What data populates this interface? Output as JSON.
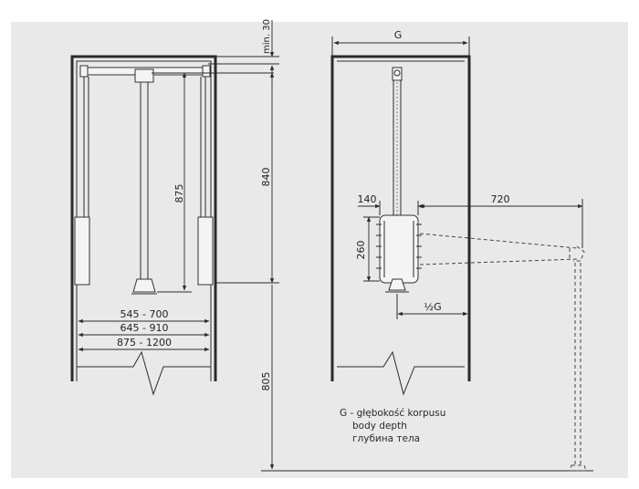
{
  "dimensions": {
    "min30": "min. 30",
    "h840": "840",
    "h875": "875",
    "h805": "805",
    "w1": "545 - 700",
    "w2": "645 - 910",
    "w3": "875 - 1200",
    "g": "G",
    "d140": "140",
    "d720": "720",
    "d260": "260",
    "halfG": "½G"
  },
  "legend": {
    "line1": "G - głębokość korpusu",
    "line2": "body depth",
    "line3": "глубина тела"
  }
}
